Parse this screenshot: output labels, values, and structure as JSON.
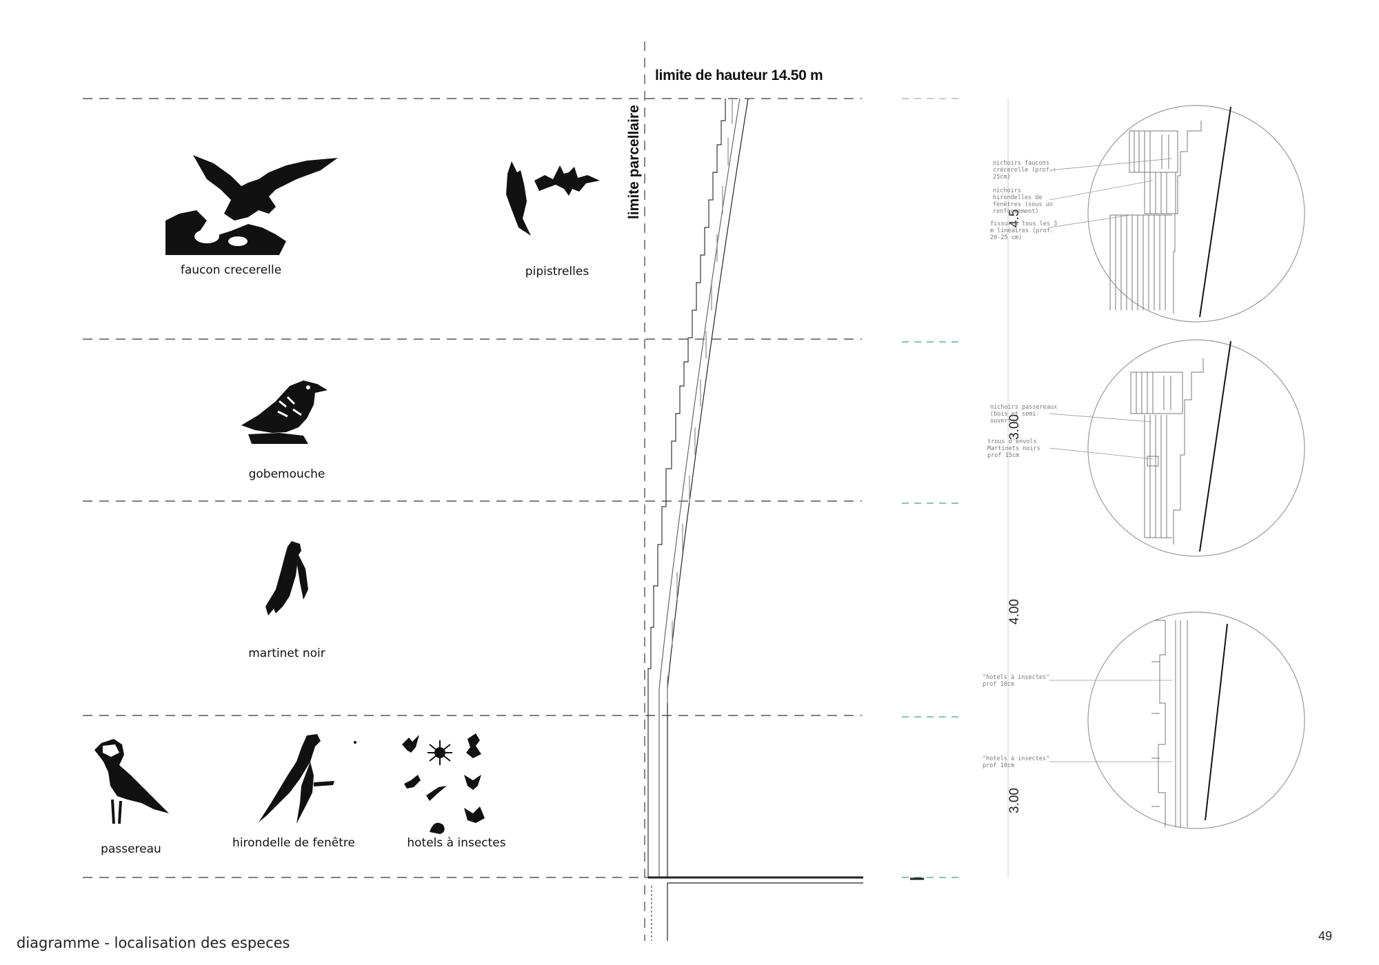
{
  "header": {
    "height_limit": "limite de hauteur 14.50 m",
    "parcel_limit": "limite parcellaire"
  },
  "species": [
    {
      "label": "faucon crecerelle",
      "icon": "kestrel-icon"
    },
    {
      "label": "pipistrelles",
      "icon": "bat-icon"
    },
    {
      "label": "gobemouche",
      "icon": "flycatcher-icon"
    },
    {
      "label": "martinet noir",
      "icon": "swift-icon"
    },
    {
      "label": "passereau",
      "icon": "sparrow-icon"
    },
    {
      "label": "hirondelle de fenêtre",
      "icon": "swallow-icon"
    },
    {
      "label": "hotels à insectes",
      "icon": "insects-icon"
    }
  ],
  "dimensions": [
    "4.5",
    "3.00",
    "4.00",
    "3.00"
  ],
  "notes": {
    "kestrel_nest": "nichoirs faucons crécerelle (prof.: 25cm)",
    "swallow_nest": "nichoirs hirondelles de fenêtres (sous un renfoncement)",
    "cracks": "fissures tous les 3 m linéaires (prof. 20-25 cm)",
    "passerine_nest": "nichoirs passereaux (bois et semi-ouverts)",
    "swift_holes": "trous d'envols Martinets noirs prof 15cm",
    "insect_hotel_1": "\"hotels à insectes\" prof 10cm",
    "insect_hotel_2": "\"hotels à insectes\" prof 10cm"
  },
  "footer": {
    "caption": "diagramme - localisation des especes",
    "page_number": "49"
  }
}
